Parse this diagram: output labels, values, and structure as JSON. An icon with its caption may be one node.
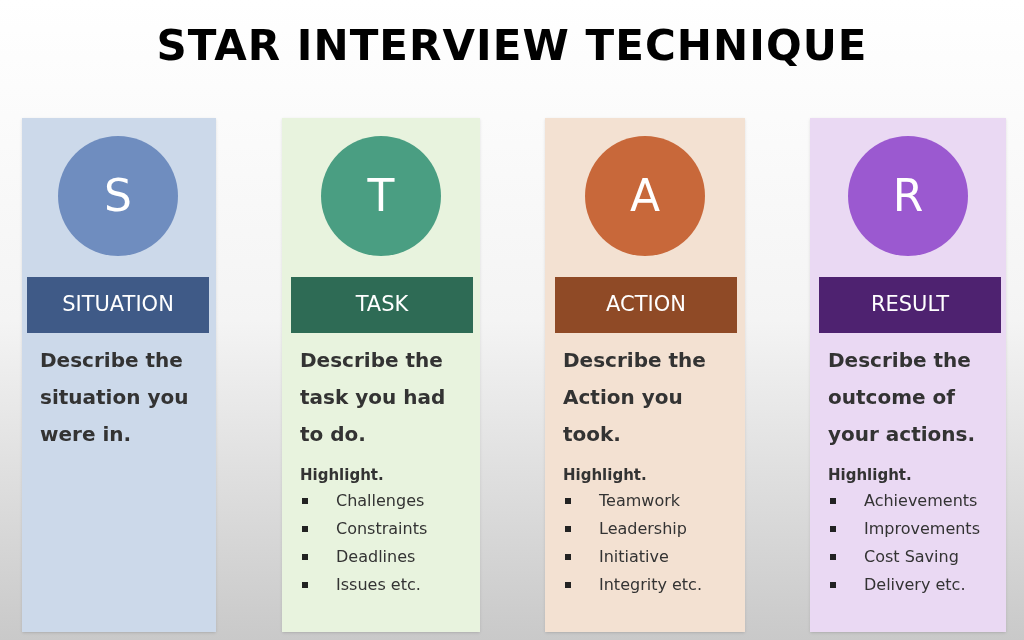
{
  "diagram": {
    "title": "STAR INTERVIEW TECHNIQUE",
    "nodes": [
      {
        "text": [
          "Describe the situation you were in."
        ]
      },
      {
        "text": [
          "S"
        ],
        "in": 0
      },
      {
        "text": [
          "SITUATION"
        ],
        "in": 0
      },
      {
        "text": [
          "Describe the task you had to do.",
          "Highlight.",
          "Challenges",
          "Constraints",
          "Deadlines",
          "Issues etc."
        ]
      },
      {
        "text": [
          "T"
        ],
        "in": 3
      },
      {
        "text": [
          "TASK"
        ],
        "in": 3
      },
      {
        "text": [
          "Describe the Action you took.",
          "Highlight.",
          "Teamwork",
          "Leadership",
          "Initiative",
          "Integrity etc."
        ]
      },
      {
        "text": [
          "A"
        ],
        "in": 6
      },
      {
        "text": [
          "ACTION"
        ],
        "in": 6
      },
      {
        "text": [
          "Describe the outcome of your actions.",
          "Highlight.",
          "Achievements",
          "Improvements",
          "Cost Saving",
          "Delivery etc."
        ]
      },
      {
        "text": [
          "R"
        ],
        "in": 9
      },
      {
        "text": [
          "RESULT"
        ],
        "in": 9
      }
    ],
    "edges": []
  }
}
